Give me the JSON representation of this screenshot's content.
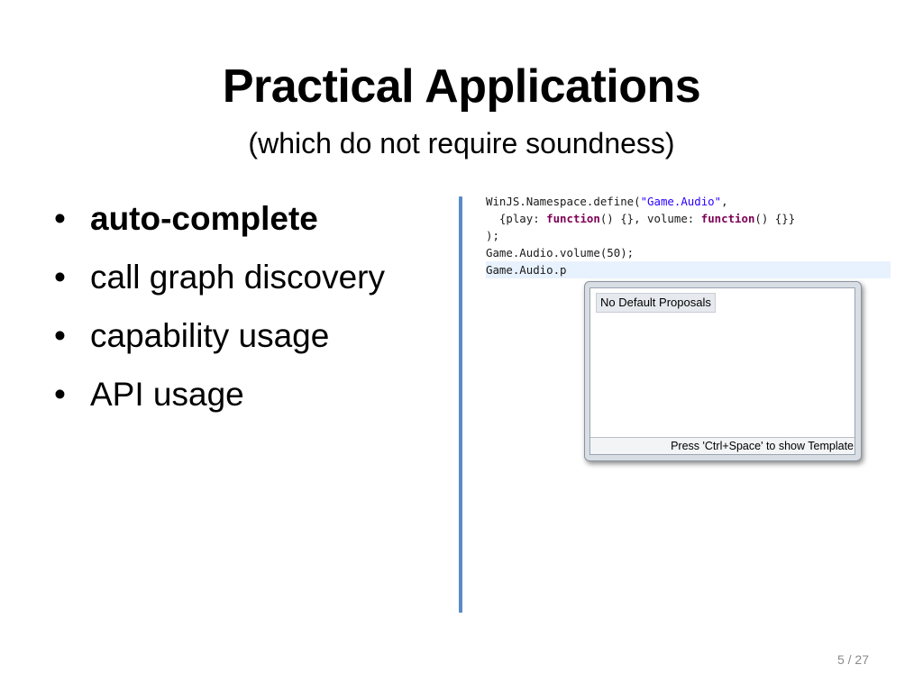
{
  "slide": {
    "title": "Practical Applications",
    "subtitle": "(which do not require soundness)",
    "bullet_symbol": "•",
    "bullets": [
      {
        "text": "auto-complete",
        "bold": true
      },
      {
        "text": "call graph discovery",
        "bold": false
      },
      {
        "text": "capability usage",
        "bold": false
      },
      {
        "text": "API usage",
        "bold": false
      }
    ],
    "page_number": "5 / 27"
  },
  "editor": {
    "code": {
      "l1_a": "WinJS.Namespace.define(",
      "l1_str": "\"Game.Audio\"",
      "l1_b": ",",
      "l2_a": "  {play: ",
      "l2_kw1": "function",
      "l2_b": "() {}, volume: ",
      "l2_kw2": "function",
      "l2_c": "() {}}",
      "l3": ");",
      "l4": "Game.Audio.volume(50);",
      "l5": "Game.Audio.p"
    },
    "popup": {
      "proposal": "No Default Proposals",
      "footer": "Press 'Ctrl+Space' to show Template"
    }
  },
  "colors": {
    "divider": "#5b8bc6",
    "string": "#2a00ff",
    "keyword": "#7f0055",
    "current_line": "#e8f2fe"
  }
}
